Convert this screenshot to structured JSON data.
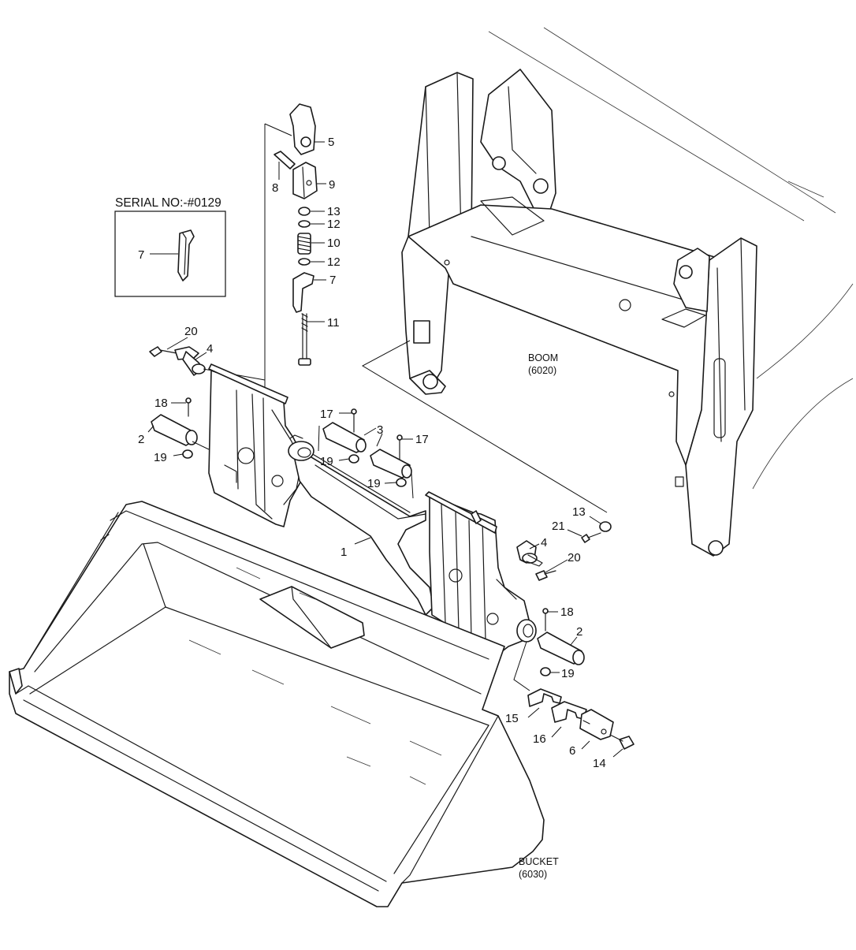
{
  "serial_box": {
    "title": "SERIAL NO:-#0129",
    "part": "7"
  },
  "assemblies": {
    "boom": {
      "name": "BOOM",
      "ref": "(6020)"
    },
    "bucket": {
      "name": "BUCKET",
      "ref": "(6030)"
    }
  },
  "callouts": {
    "c5": "5",
    "c8": "8",
    "c9": "9",
    "c13a": "13",
    "c12a": "12",
    "c10": "10",
    "c12b": "12",
    "c7": "7",
    "c11": "11",
    "c20a": "20",
    "c4a": "4",
    "c18a": "18",
    "c2a": "2",
    "c19a": "19",
    "c17a": "17",
    "c3": "3",
    "c17b": "17",
    "c19b": "19",
    "c19c": "19",
    "c1": "1",
    "c13b": "13",
    "c21": "21",
    "c4b": "4",
    "c20b": "20",
    "c18b": "18",
    "c2b": "2",
    "c19d": "19",
    "c15": "15",
    "c16": "16",
    "c6": "6",
    "c14": "14"
  }
}
